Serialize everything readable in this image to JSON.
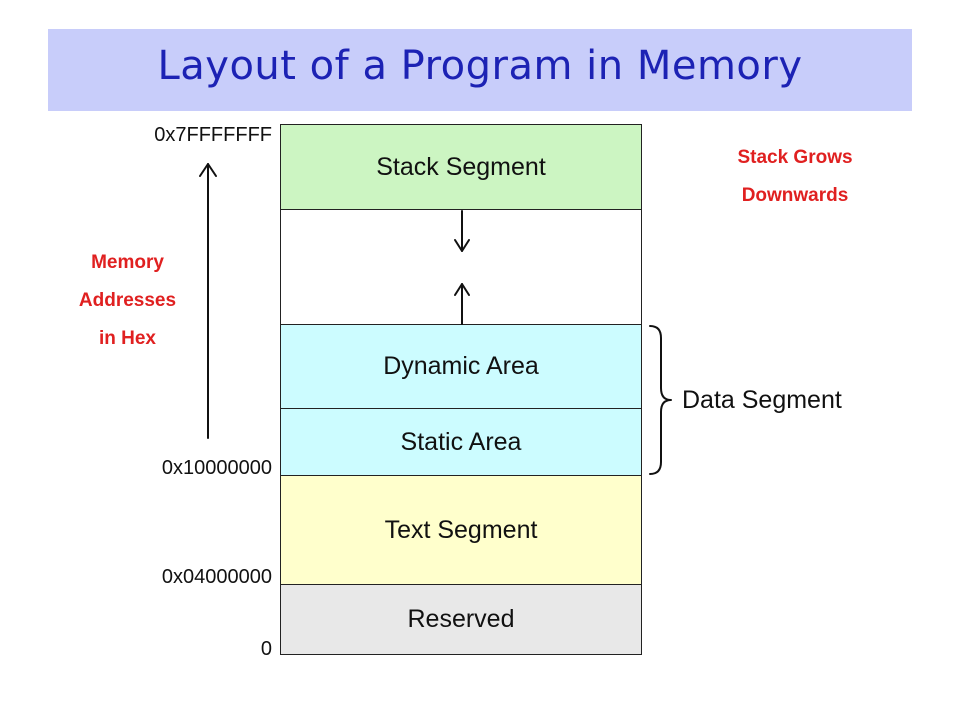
{
  "title": "Layout of a Program in Memory",
  "addresses": {
    "top": "0x7FFFFFFF",
    "data_start": "0x10000000",
    "text_start": "0x04000000",
    "zero": "0"
  },
  "segments": {
    "stack": "Stack Segment",
    "dynamic": "Dynamic Area",
    "static": "Static Area",
    "text": "Text Segment",
    "reserved": "Reserved"
  },
  "labels": {
    "memory_addresses": [
      "Memory",
      "Addresses",
      "in Hex"
    ],
    "stack_grows": [
      "Stack Grows",
      "Downwards"
    ],
    "data_segment": "Data Segment"
  },
  "colors": {
    "title_bg": "#c8cdfa",
    "title_text": "#1c22b4",
    "stack": "#ccf5c2",
    "data": "#ccfcff",
    "text": "#ffffcc",
    "reserved": "#e8e8e8",
    "accent_red": "#e02020"
  }
}
